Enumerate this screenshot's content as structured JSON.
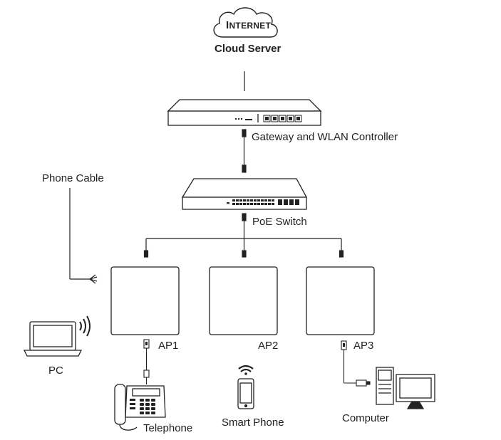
{
  "internet": {
    "label_first": "I",
    "label_rest": "NTERNET"
  },
  "cloud_server": {
    "label": "Cloud Server"
  },
  "gateway": {
    "label": "Gateway and WLAN Controller"
  },
  "switch": {
    "label": "PoE Switch"
  },
  "phone_cable": {
    "label": "Phone Cable"
  },
  "access_points": [
    {
      "label": "AP1"
    },
    {
      "label": "AP2"
    },
    {
      "label": "AP3"
    }
  ],
  "devices": {
    "pc": {
      "label": "PC"
    },
    "telephone": {
      "label": "Telephone"
    },
    "smart_phone": {
      "label": "Smart Phone"
    },
    "computer": {
      "label": "Computer"
    }
  },
  "colors": {
    "line": "#222222",
    "device_fill": "#ffffff",
    "dark_fill": "#1a1a1a"
  }
}
